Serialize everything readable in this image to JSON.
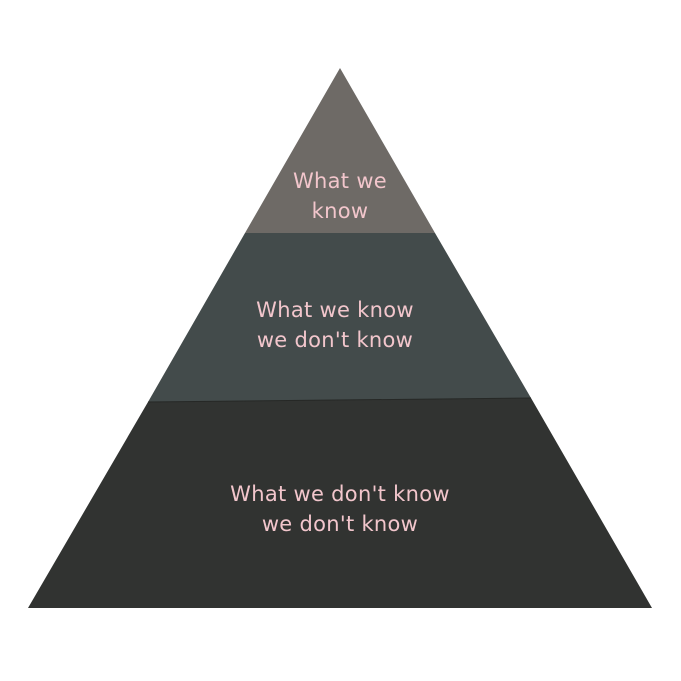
{
  "diagram": {
    "type": "pyramid",
    "tiers": [
      {
        "level": "top",
        "lines": [
          "What we",
          "know"
        ],
        "fill": "#6e6a66"
      },
      {
        "level": "middle",
        "lines": [
          "What we know",
          "we don't know"
        ],
        "fill": "#434b4b"
      },
      {
        "level": "bottom",
        "lines": [
          "What we don't know",
          "we don't know"
        ],
        "fill": "#313331"
      }
    ],
    "text_color": "#f2c6cc",
    "background": "#ffffff"
  }
}
